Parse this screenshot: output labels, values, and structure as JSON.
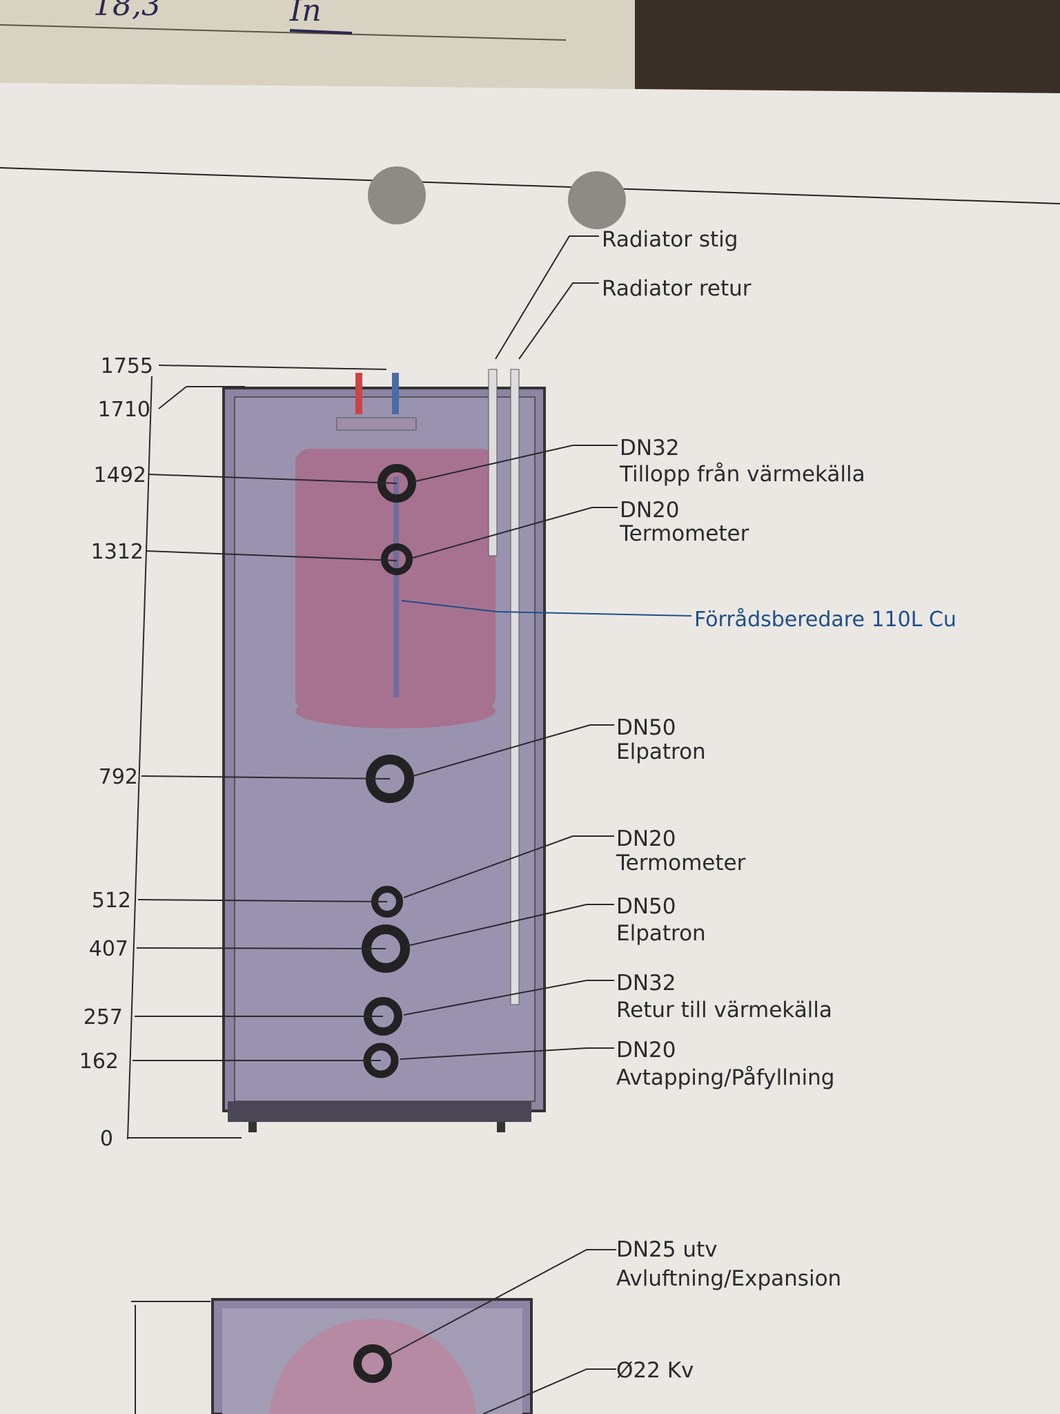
{
  "handwriting": {
    "note_left": "18,3",
    "note_right": "In"
  },
  "dimensions_mm": [
    "1755",
    "1710",
    "1492",
    "1312",
    "792",
    "512",
    "407",
    "257",
    "162",
    "0"
  ],
  "top_labels": {
    "radiator_stig": "Radiator stig",
    "radiator_retur": "Radiator retur"
  },
  "callouts": [
    {
      "size": "DN32",
      "desc": "Tillopp från värmekälla"
    },
    {
      "size": "DN20",
      "desc": "Termometer"
    },
    {
      "size": "DN50",
      "desc": "Elpatron"
    },
    {
      "size": "DN20",
      "desc": "Termometer"
    },
    {
      "size": "DN50",
      "desc": "Elpatron"
    },
    {
      "size": "DN32",
      "desc": "Retur till värmekälla"
    },
    {
      "size": "DN20",
      "desc": "Avtapping/Påfyllning"
    }
  ],
  "inner_tank_label": "Förrådsberedare 110L Cu",
  "bottom_view": {
    "size": "DN25 utv",
    "desc": "Avluftning/Expansion",
    "cold_water": "Ø22 Kv"
  },
  "colors": {
    "paper": "#ebe8e3",
    "tank": "#8c84a3",
    "inner_tank": "#a7728f",
    "label_blue": "#1f4e8c"
  }
}
